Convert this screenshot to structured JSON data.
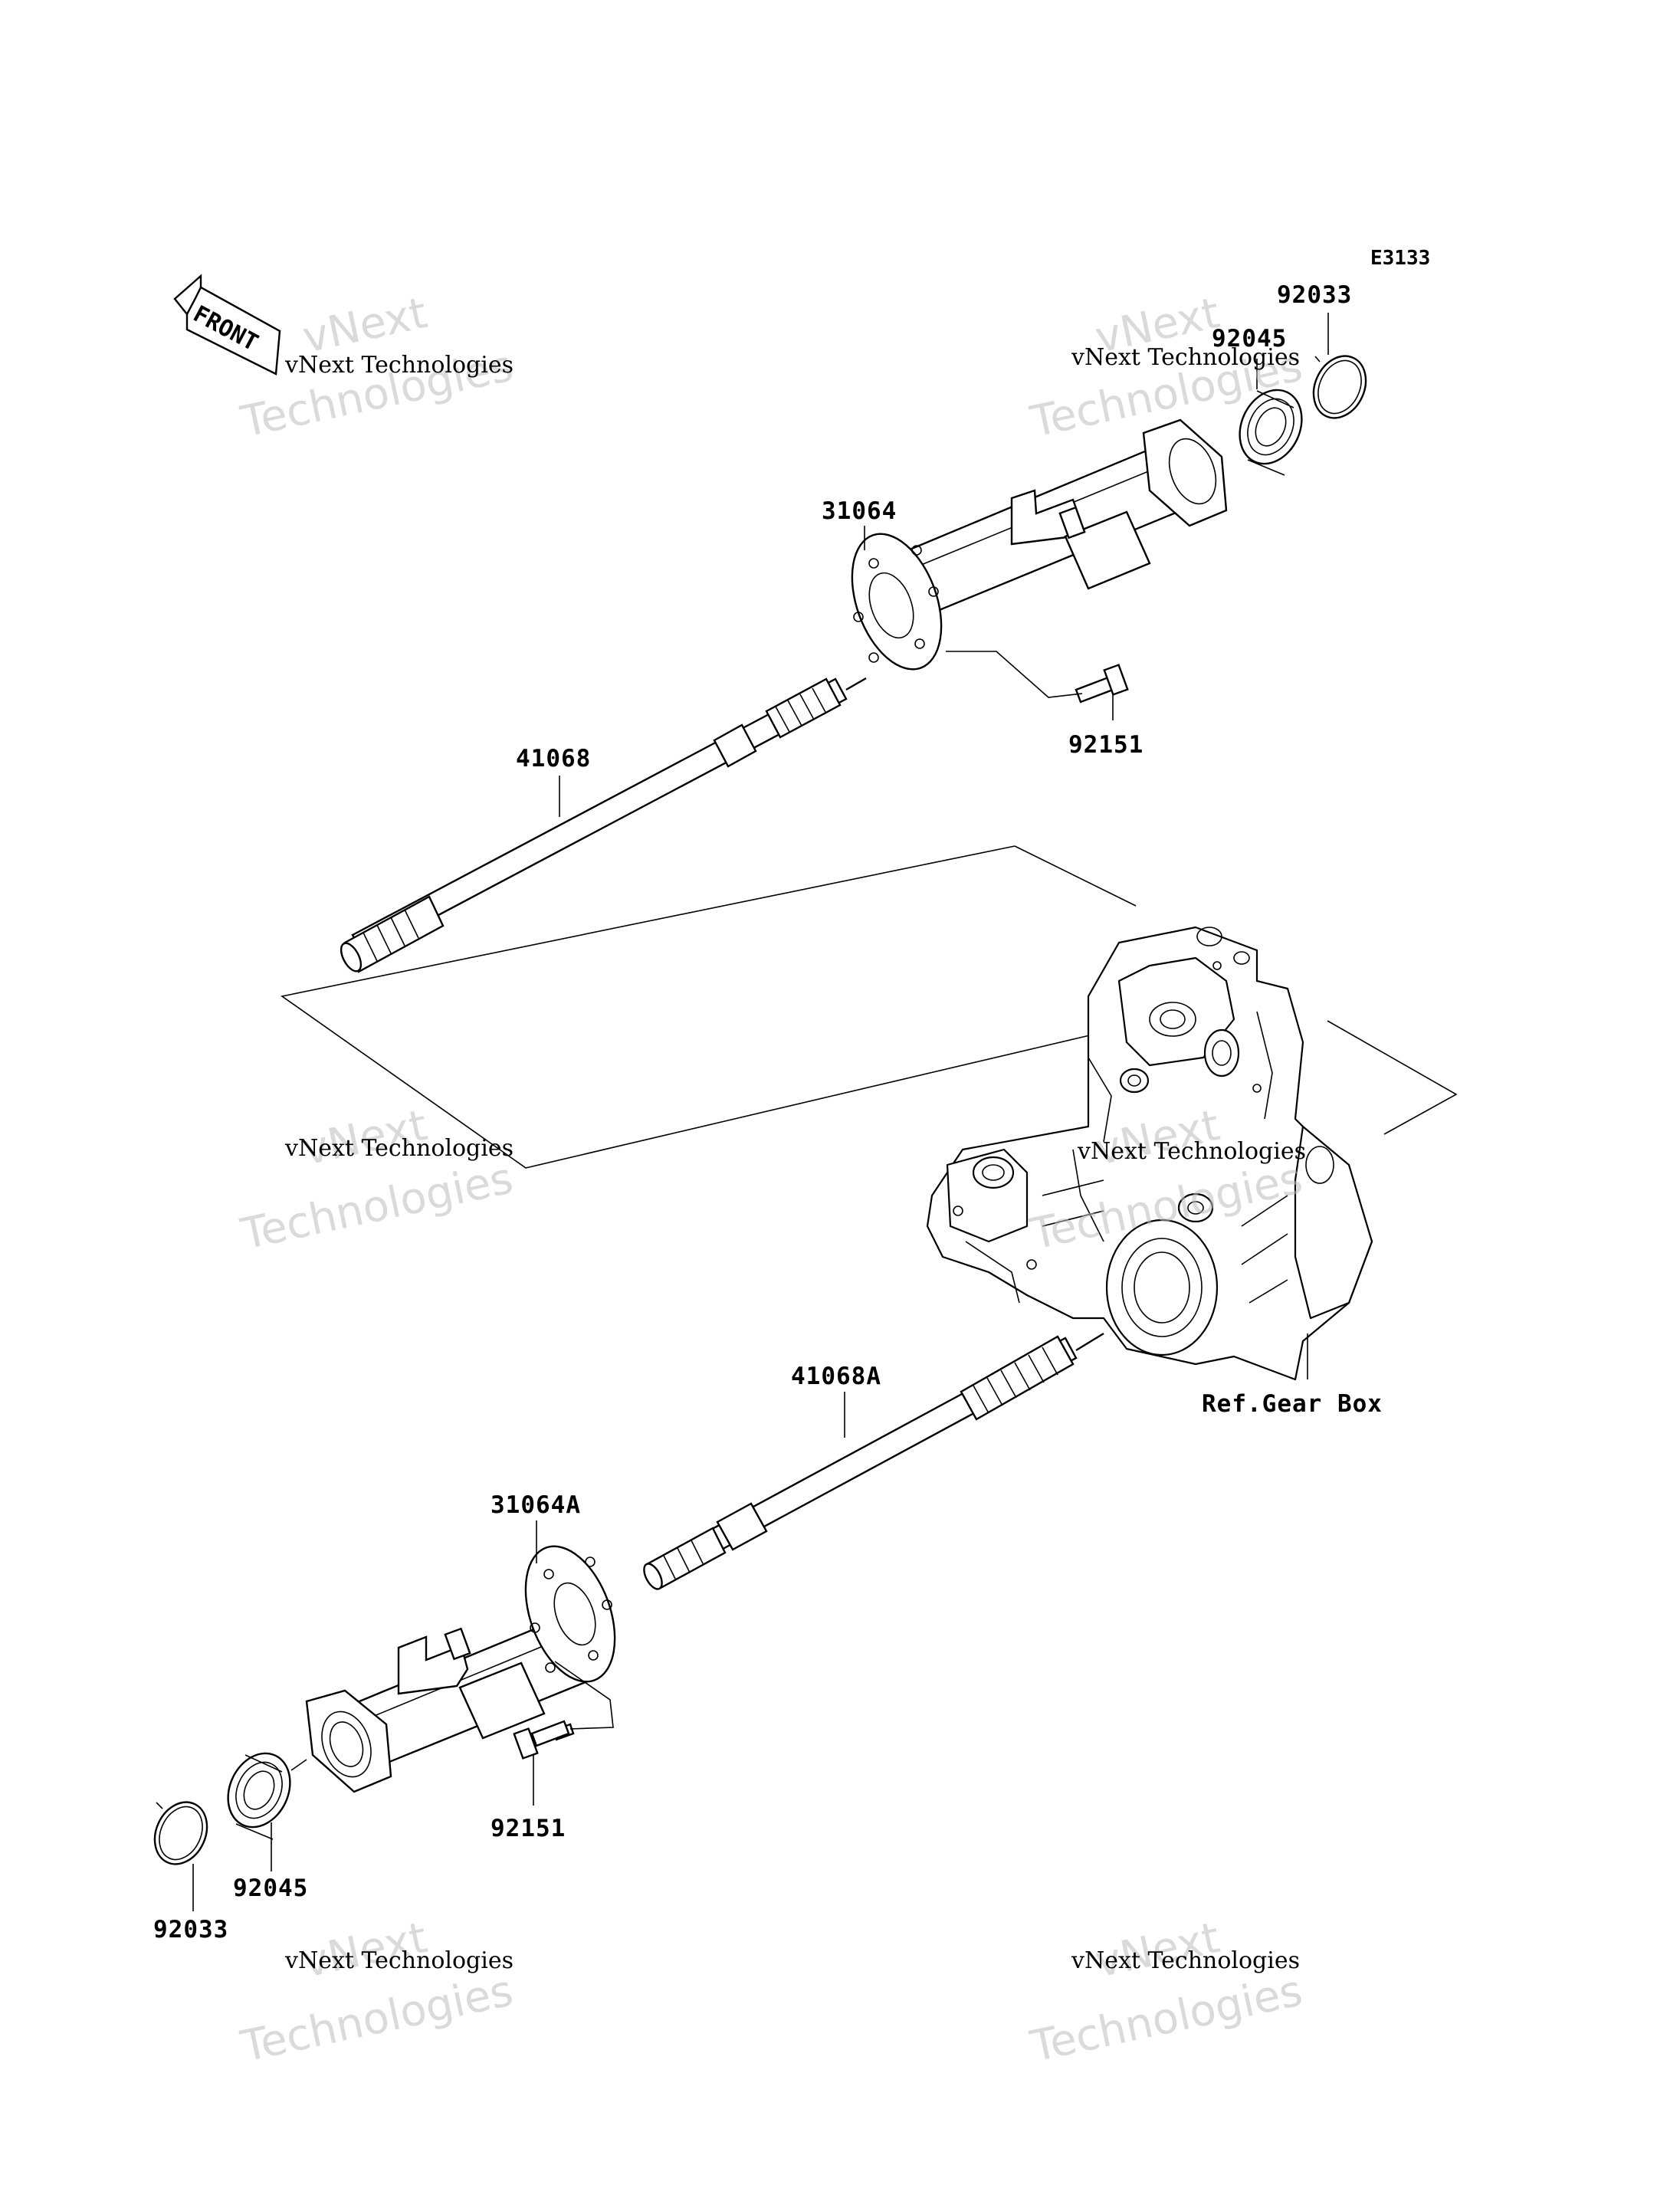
{
  "diagram_code": "E3133",
  "front_label": "FRONT",
  "reference_label": "Ref.Gear Box",
  "parts": {
    "upper_ring": "92033",
    "upper_bearing": "92045",
    "upper_housing": "31064",
    "upper_bolt": "92151",
    "upper_shaft": "41068",
    "lower_shaft": "41068A",
    "lower_housing": "31064A",
    "lower_bolt": "92151",
    "lower_bearing": "92045",
    "lower_ring": "92033"
  },
  "watermark": {
    "brand": "vNext",
    "word": "Technologies",
    "line": "vNext Technologies"
  }
}
